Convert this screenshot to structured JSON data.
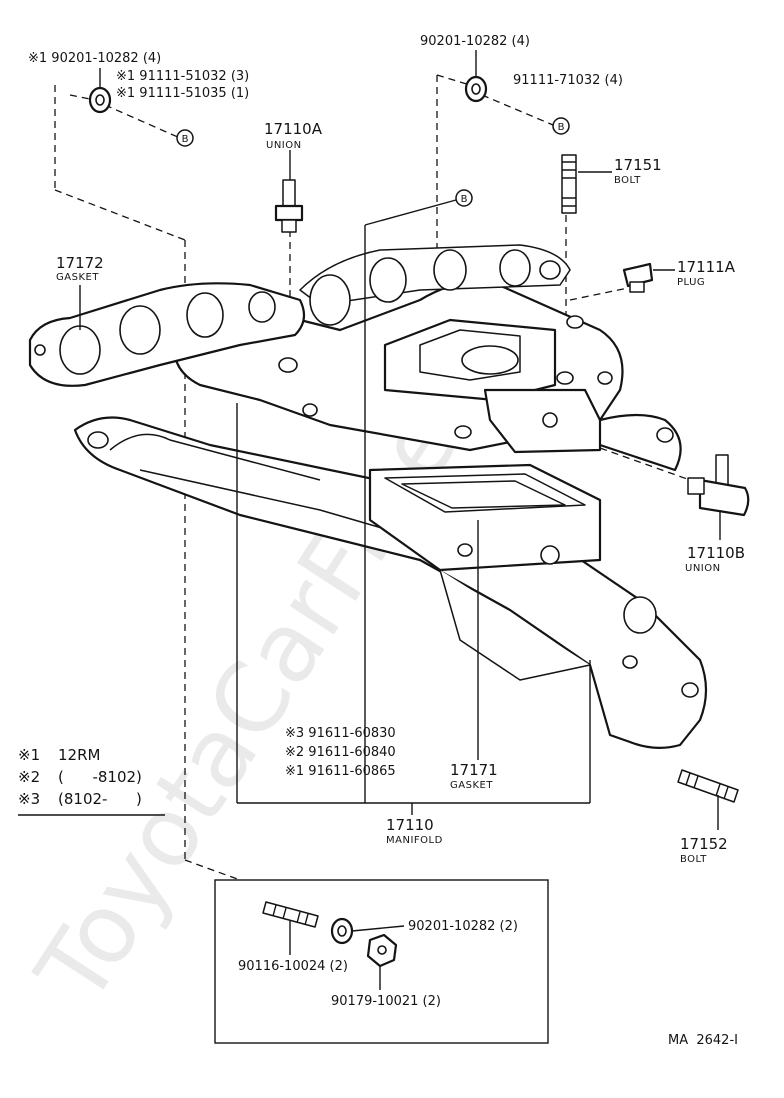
{
  "watermark": "ToyotaCarFree.ru",
  "drawing_code": "MA  2642-I",
  "parts": {
    "gasket_17172": {
      "number": "17172",
      "name": "GASKET"
    },
    "union_17110A": {
      "number": "17110A",
      "name": "UNION"
    },
    "bolt_17151": {
      "number": "17151",
      "name": "BOLT"
    },
    "plug_17111A": {
      "number": "17111A",
      "name": "PLUG"
    },
    "union_17110B": {
      "number": "17110B",
      "name": "UNION"
    },
    "gasket_17171": {
      "number": "17171",
      "name": "GASKET"
    },
    "manifold_17110": {
      "number": "17110",
      "name": "MANIFOLD"
    },
    "bolt_17152": {
      "number": "17152",
      "name": "BOLT"
    }
  },
  "callouts": {
    "washer_left": "※1 90201-10282 (4)",
    "stud_left_1": "※1 91111-51032 (3)",
    "stud_left_2": "※1 91111-51035 (1)",
    "washer_top": "90201-10282 (4)",
    "stud_top": "91111-71032 (4)",
    "sub_3": "※3 91611-60830",
    "sub_2": "※2 91611-60840",
    "sub_1": "※1 91611-60865",
    "box_stud": "90116-10024 (2)",
    "box_washer": "90201-10282 (2)",
    "box_nut": "90179-10021 (2)"
  },
  "ref_marker": "B",
  "notes": [
    {
      "mark": "※1",
      "text": "12RM"
    },
    {
      "mark": "※2",
      "text": "(      -8102)"
    },
    {
      "mark": "※3",
      "text": "(8102-      )"
    }
  ]
}
